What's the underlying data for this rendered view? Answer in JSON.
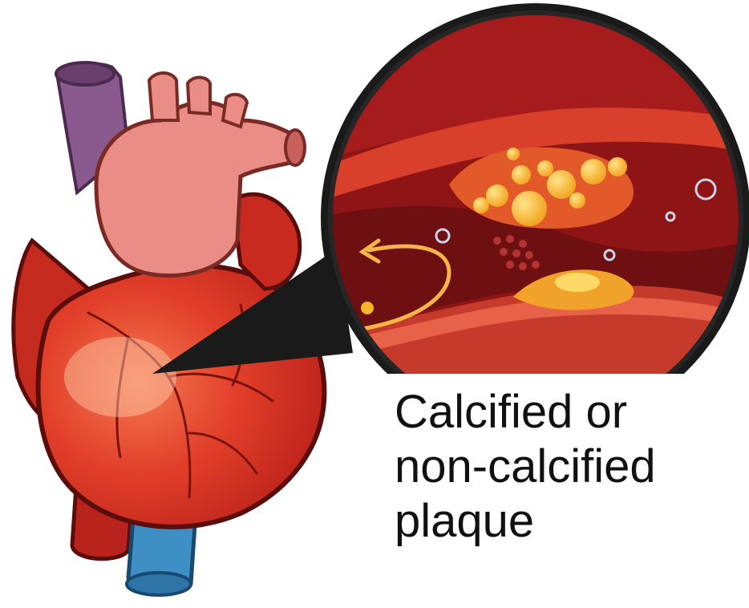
{
  "caption": {
    "lines": [
      "Calcified or",
      "non-calcified",
      "plaque"
    ]
  },
  "illustration": {
    "subject": "heart",
    "detail": "artery-cross-section-magnifier",
    "icons": [
      "heart-icon",
      "magnifier-icon",
      "blood-flow-arrow-icon",
      "plaque-icon"
    ]
  },
  "colors": {
    "heart_red": "#d8291f",
    "aorta_pink": "#e98d86",
    "vena_cava_purple": "#8a5a8e",
    "vein_blue": "#3e8fc4",
    "artery_wall": "#c53a2a",
    "lumen_dark": "#6e0f12",
    "plaque_yellow": "#f7b52c",
    "magnifier_ring": "#1a1a1a",
    "caption_text": "#111111"
  }
}
